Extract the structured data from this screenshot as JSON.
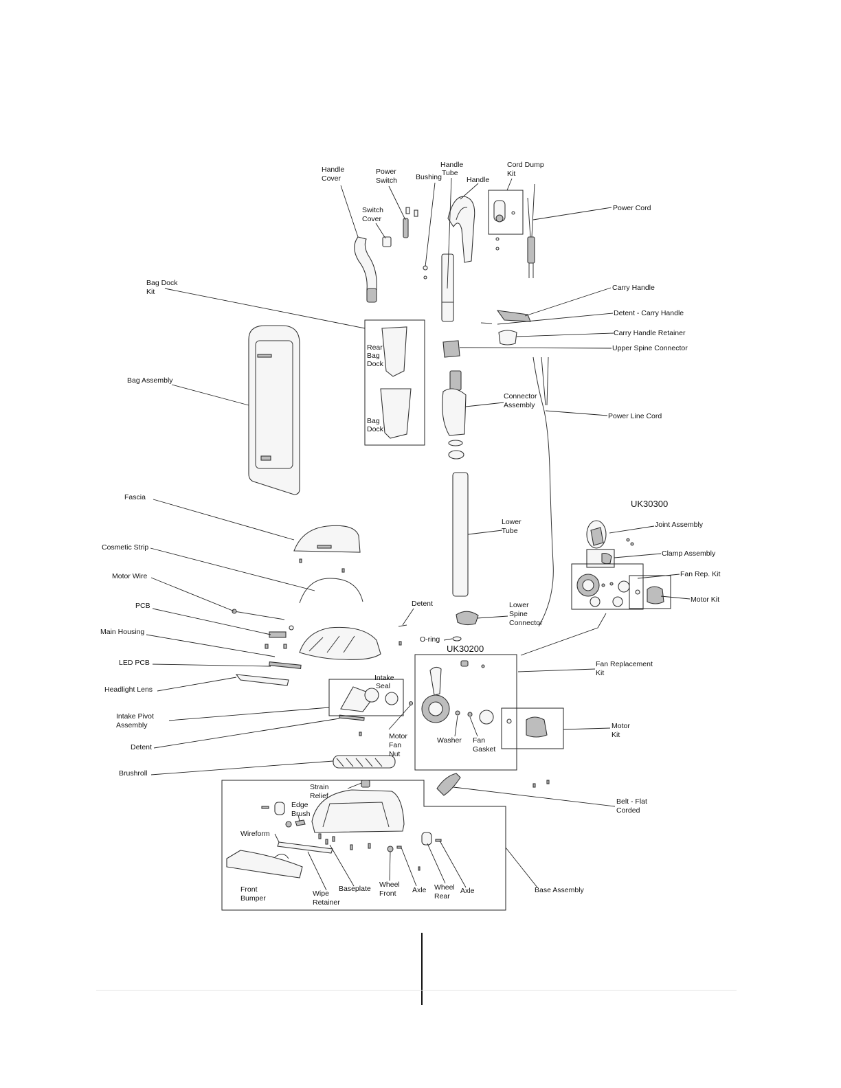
{
  "group_titles": {
    "uk30300": "UK30300",
    "uk30200": "UK30200"
  },
  "labels": {
    "handle_cover": [
      "Handle",
      "Cover"
    ],
    "power_switch": [
      "Power",
      "Switch"
    ],
    "bushing": [
      "Bushing"
    ],
    "handle_tube": [
      "Handle",
      "Tube"
    ],
    "handle": [
      "Handle"
    ],
    "cord_dump_kit": [
      "Cord Dump",
      "Kit"
    ],
    "switch_cover": [
      "Switch",
      "Cover"
    ],
    "power_cord": [
      "Power Cord"
    ],
    "bag_dock_kit": [
      "Bag Dock",
      "Kit"
    ],
    "carry_handle": [
      "Carry Handle"
    ],
    "detent_carry_handle": [
      "Detent - Carry Handle"
    ],
    "carry_handle_retainer": [
      "Carry Handle Retainer"
    ],
    "upper_spine_connector": [
      "Upper Spine Connector"
    ],
    "rear_bag_dock": [
      "Rear",
      "Bag",
      "Dock"
    ],
    "bag_assembly": [
      "Bag Assembly"
    ],
    "connector_assembly": [
      "Connector",
      "Assembly"
    ],
    "power_line_cord": [
      "Power Line Cord"
    ],
    "bag_dock": [
      "Bag",
      "Dock"
    ],
    "fascia": [
      "Fascia"
    ],
    "lower_tube": [
      "Lower",
      "Tube"
    ],
    "joint_assembly": [
      "Joint Assembly"
    ],
    "clamp_assembly": [
      "Clamp Assembly"
    ],
    "fan_rep_kit": [
      "Fan Rep. Kit"
    ],
    "motor_kit_small": [
      "Motor Kit"
    ],
    "cosmetic_strip": [
      "Cosmetic Strip"
    ],
    "motor_wire": [
      "Motor Wire"
    ],
    "detent_upper": [
      "Detent"
    ],
    "pcb": [
      "PCB"
    ],
    "lower_spine_connector": [
      "Lower",
      "Spine",
      "Connector"
    ],
    "main_housing": [
      "Main Housing"
    ],
    "o_ring": [
      "O-ring"
    ],
    "led_pcb": [
      "LED PCB"
    ],
    "fan_replacement_kit": [
      "Fan Replacement",
      "Kit"
    ],
    "intake_seal": [
      "Intake",
      "Seal"
    ],
    "headlight_lens": [
      "Headlight Lens"
    ],
    "intake_pivot_assembly": [
      "Intake Pivot",
      "Assembly"
    ],
    "motor_kit": [
      "Motor",
      "Kit"
    ],
    "motor_fan_nut": [
      "Motor",
      "Fan",
      "Nut"
    ],
    "washer": [
      "Washer"
    ],
    "fan_gasket": [
      "Fan",
      "Gasket"
    ],
    "detent_lower": [
      "Detent"
    ],
    "brushroll": [
      "Brushroll"
    ],
    "strain_relief": [
      "Strain",
      "Relief"
    ],
    "belt_flat_corded": [
      "Belt - Flat",
      "Corded"
    ],
    "edge_brush": [
      "Edge",
      "Brush"
    ],
    "wireform": [
      "Wireform"
    ],
    "front_bumper": [
      "Front",
      "Bumper"
    ],
    "wipe_retainer": [
      "Wipe",
      "Retainer"
    ],
    "baseplate": [
      "Baseplate"
    ],
    "wheel_front": [
      "Wheel",
      "Front"
    ],
    "axle_1": [
      "Axle"
    ],
    "wheel_rear": [
      "Wheel",
      "Rear"
    ],
    "axle_2": [
      "Axle"
    ],
    "base_assembly": [
      "Base Assembly"
    ]
  }
}
